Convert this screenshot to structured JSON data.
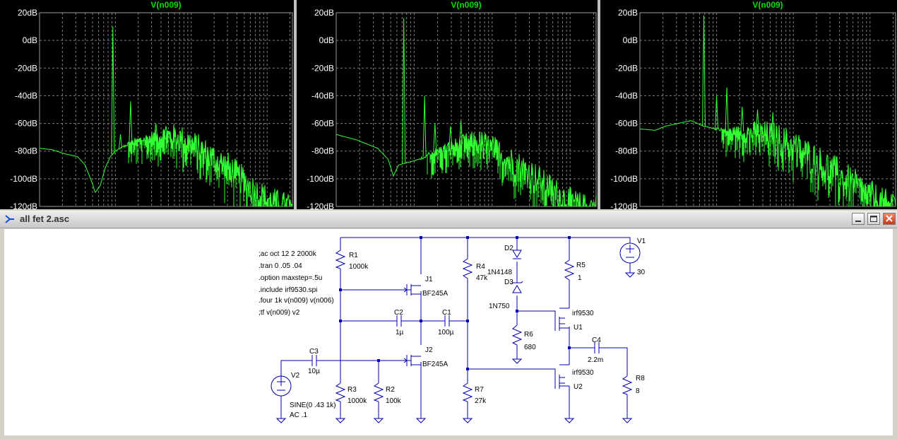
{
  "plots": [
    {
      "title": "V(n009)",
      "y_ticks": [
        "20dB",
        "0dB",
        "-20dB",
        "-40dB",
        "-60dB",
        "-80dB",
        "-100dB",
        "-120dB"
      ],
      "baseline": [
        [
          0,
          -78
        ],
        [
          0.05,
          -79
        ],
        [
          0.1,
          -82
        ],
        [
          0.15,
          -84
        ],
        [
          0.18,
          -90
        ],
        [
          0.21,
          -104
        ],
        [
          0.22,
          -110
        ],
        [
          0.24,
          -105
        ],
        [
          0.26,
          -92
        ],
        [
          0.28,
          -84
        ],
        [
          0.3,
          -80
        ],
        [
          0.32,
          -78
        ],
        [
          0.35,
          -75
        ],
        [
          0.4,
          -72
        ],
        [
          0.45,
          -70
        ],
        [
          0.5,
          -68
        ],
        [
          0.55,
          -70
        ],
        [
          0.6,
          -74
        ],
        [
          0.65,
          -80
        ],
        [
          0.7,
          -86
        ],
        [
          0.75,
          -92
        ],
        [
          0.8,
          -100
        ],
        [
          0.85,
          -108
        ],
        [
          0.9,
          -114
        ],
        [
          0.95,
          -118
        ],
        [
          1.0,
          -120
        ]
      ],
      "peaks": [
        [
          0.29,
          10
        ],
        [
          0.36,
          -44
        ],
        [
          0.32,
          -68
        ],
        [
          0.46,
          -60
        ],
        [
          0.5,
          -62
        ]
      ],
      "noise_start": 0.3,
      "noise_amp": 22
    },
    {
      "title": "V(n009)",
      "y_ticks": [
        "20dB",
        "0dB",
        "-20dB",
        "-40dB",
        "-60dB",
        "-80dB",
        "-100dB",
        "-120dB"
      ],
      "baseline": [
        [
          0,
          -68
        ],
        [
          0.08,
          -72
        ],
        [
          0.16,
          -78
        ],
        [
          0.2,
          -86
        ],
        [
          0.22,
          -98
        ],
        [
          0.24,
          -90
        ],
        [
          0.28,
          -88
        ],
        [
          0.32,
          -86
        ],
        [
          0.36,
          -82
        ],
        [
          0.42,
          -78
        ],
        [
          0.5,
          -74
        ],
        [
          0.55,
          -74
        ],
        [
          0.6,
          -78
        ],
        [
          0.65,
          -84
        ],
        [
          0.7,
          -90
        ],
        [
          0.75,
          -96
        ],
        [
          0.8,
          -104
        ],
        [
          0.85,
          -110
        ],
        [
          0.9,
          -116
        ],
        [
          0.95,
          -120
        ],
        [
          1.0,
          -120
        ]
      ],
      "peaks": [
        [
          0.26,
          16
        ],
        [
          0.34,
          -40
        ],
        [
          0.38,
          -60
        ],
        [
          0.44,
          -62
        ],
        [
          0.48,
          -58
        ]
      ],
      "noise_start": 0.3,
      "noise_amp": 22
    },
    {
      "title": "V(n009)",
      "y_ticks": [
        "20dB",
        "0dB",
        "-20dB",
        "-40dB",
        "-60dB",
        "-80dB",
        "-100dB",
        "-120dB"
      ],
      "baseline": [
        [
          0,
          -64
        ],
        [
          0.06,
          -65
        ],
        [
          0.1,
          -62
        ],
        [
          0.15,
          -60
        ],
        [
          0.2,
          -58
        ],
        [
          0.25,
          -62
        ],
        [
          0.3,
          -64
        ],
        [
          0.35,
          -66
        ],
        [
          0.4,
          -66
        ],
        [
          0.45,
          -66
        ],
        [
          0.5,
          -68
        ],
        [
          0.55,
          -72
        ],
        [
          0.6,
          -76
        ],
        [
          0.65,
          -82
        ],
        [
          0.7,
          -88
        ],
        [
          0.75,
          -94
        ],
        [
          0.8,
          -100
        ],
        [
          0.85,
          -106
        ],
        [
          0.9,
          -112
        ],
        [
          0.95,
          -118
        ],
        [
          1.0,
          -120
        ]
      ],
      "peaks": [
        [
          0.25,
          18
        ],
        [
          0.3,
          -40
        ],
        [
          0.34,
          -34
        ],
        [
          0.4,
          -48
        ],
        [
          0.46,
          -50
        ],
        [
          0.52,
          -52
        ]
      ],
      "noise_start": 0.27,
      "noise_amp": 26
    }
  ],
  "window": {
    "title": "all fet 2.asc"
  },
  "directives": [
    ";ac oct 12 2 2000k",
    ".tran 0 .05 .04",
    ".option maxstep=.5u",
    ".include irf9530.spi",
    ".four 1k v(n009) v(n006)",
    ";tf v(n009) v2"
  ],
  "components": {
    "R1": {
      "name": "R1",
      "value": "1000k"
    },
    "R2": {
      "name": "R2",
      "value": "100k"
    },
    "R3": {
      "name": "R3",
      "value": "1000k"
    },
    "R4": {
      "name": "R4",
      "value": "47k"
    },
    "R5": {
      "name": "R5",
      "value": "1"
    },
    "R6": {
      "name": "R6",
      "value": "680"
    },
    "R7": {
      "name": "R7",
      "value": "27k"
    },
    "R8": {
      "name": "R8",
      "value": "8"
    },
    "C1": {
      "name": "C1",
      "value": "100µ"
    },
    "C2": {
      "name": "C2",
      "value": "1µ"
    },
    "C3": {
      "name": "C3",
      "value": "10µ"
    },
    "C4": {
      "name": "C4",
      "value": "2.2m"
    },
    "J1": {
      "name": "J1",
      "value": "BF245A"
    },
    "J2": {
      "name": "J2",
      "value": "BF245A"
    },
    "D2": {
      "name": "D2",
      "value": "1N4148"
    },
    "D3": {
      "name": "D3",
      "value": "1N750"
    },
    "U1": {
      "name": "U1",
      "value": "irf9530"
    },
    "U2": {
      "name": "U2",
      "value": "irf9530"
    },
    "V1": {
      "name": "V1",
      "value": "30"
    },
    "V2": {
      "name": "V2",
      "value": "SINE(0 .43 1k)",
      "value2": "AC .1"
    }
  },
  "colors": {
    "trace": "#33ff33",
    "title": "#00e000",
    "wire": "#0000b0",
    "grid": "#7f7f7f"
  }
}
